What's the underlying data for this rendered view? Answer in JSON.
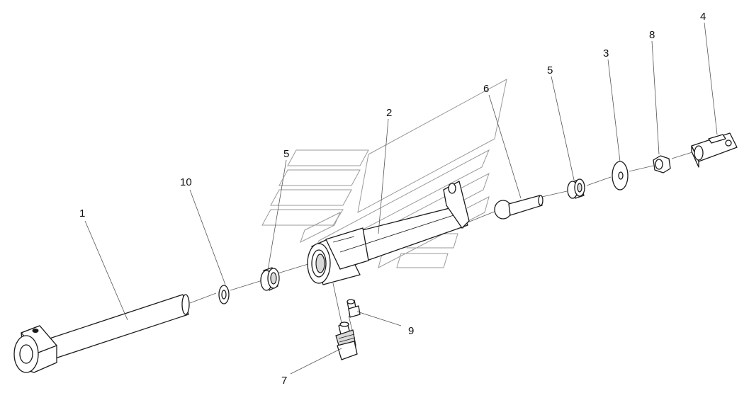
{
  "diagram": {
    "callouts": [
      {
        "id": "c1",
        "label": "1"
      },
      {
        "id": "c2",
        "label": "2"
      },
      {
        "id": "c3",
        "label": "3"
      },
      {
        "id": "c4",
        "label": "4"
      },
      {
        "id": "c5a",
        "label": "5"
      },
      {
        "id": "c5b",
        "label": "5"
      },
      {
        "id": "c6",
        "label": "6"
      },
      {
        "id": "c7",
        "label": "7"
      },
      {
        "id": "c8",
        "label": "8"
      },
      {
        "id": "c9",
        "label": "9"
      },
      {
        "id": "c10",
        "label": "10"
      }
    ],
    "colors": {
      "line": "#1a1a1a",
      "leader": "#555555",
      "watermark": "#9a9a9a",
      "background": "#ffffff"
    }
  }
}
